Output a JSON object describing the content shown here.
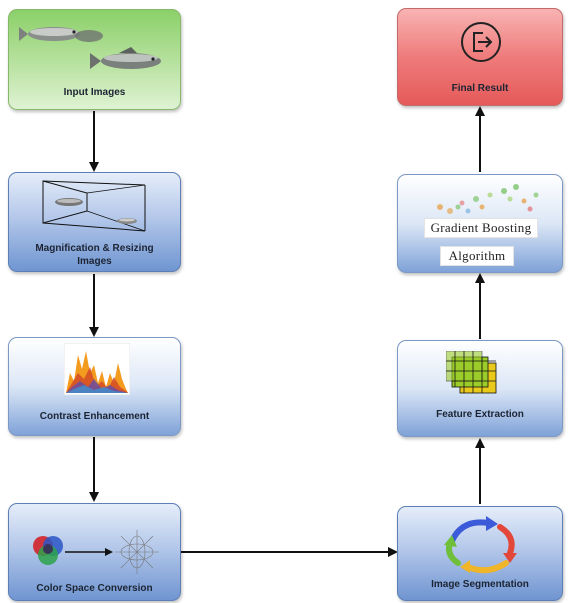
{
  "nodes": {
    "input_images": {
      "label": "Input Images"
    },
    "magnification": {
      "label_line1": "Magnification & Resizing",
      "label_line2": "Images"
    },
    "contrast": {
      "label": "Contrast Enhancement"
    },
    "color_space": {
      "label": "Color Space Conversion"
    },
    "segmentation": {
      "label": "Image Segmentation"
    },
    "feature_extraction": {
      "label": "Feature Extraction"
    },
    "gradient_boosting": {
      "label_line1": "Gradient Boosting",
      "label_line2": "Algorithm"
    },
    "final_result": {
      "label": "Final Result"
    }
  },
  "icons": {
    "input_images": "fish-photo-icon",
    "magnification": "magnify-frustum-icon",
    "contrast": "histogram-icon",
    "color_space": "rgb-circles-icon",
    "segmentation": "cycle-arrows-icon",
    "feature_extraction": "grid-features-icon",
    "gradient_boosting": "scatter-dots-icon",
    "final_result": "exit-icon"
  },
  "colors": {
    "blue_box": "#6f95d1",
    "green_box": "#8bd069",
    "red_box": "#ef7b7b",
    "arrow": "#111111"
  }
}
